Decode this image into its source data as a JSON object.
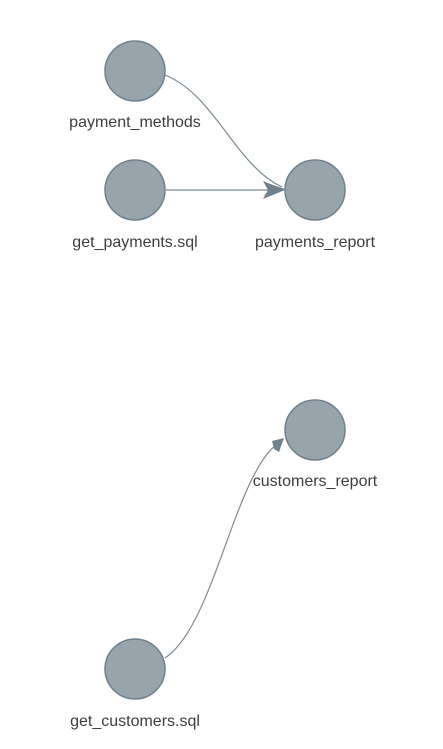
{
  "graph": {
    "nodes": [
      {
        "id": "payment_methods",
        "label": "payment_methods"
      },
      {
        "id": "get_payments",
        "label": "get_payments.sql"
      },
      {
        "id": "payments_report",
        "label": "payments_report"
      },
      {
        "id": "customers_report",
        "label": "customers_report"
      },
      {
        "id": "get_customers",
        "label": "get_customers.sql"
      }
    ],
    "edges": [
      {
        "from": "payment_methods",
        "to": "payments_report"
      },
      {
        "from": "get_payments",
        "to": "payments_report"
      },
      {
        "from": "get_customers",
        "to": "customers_report"
      }
    ],
    "colors": {
      "node_fill": "#97a4ac",
      "node_stroke": "#6f818c",
      "edge": "#7a8a94",
      "label": "#3d3d3d"
    }
  }
}
